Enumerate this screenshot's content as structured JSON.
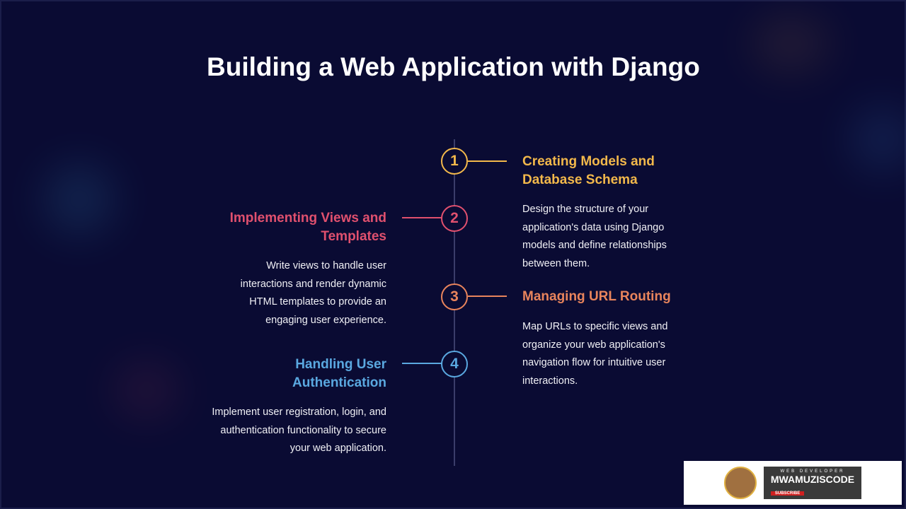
{
  "title": "Building a Web Application with Django",
  "steps": [
    {
      "number": "1",
      "title": "Creating Models and Database Schema",
      "description": "Design the structure of your application's data using Django models and define relationships between them.",
      "color": "#f2b84b"
    },
    {
      "number": "2",
      "title": "Implementing Views and Templates",
      "description": "Write views to handle user interactions and render dynamic HTML templates to provide an engaging user experience.",
      "color": "#e0506e"
    },
    {
      "number": "3",
      "title": "Managing URL Routing",
      "description": "Map URLs to specific views and organize your web application's navigation flow for intuitive user interactions.",
      "color": "#e8845c"
    },
    {
      "number": "4",
      "title": "Handling User Authentication",
      "description": "Implement user registration, login, and authentication functionality to secure your web application.",
      "color": "#5aa8e0"
    }
  ],
  "banner": {
    "name": "MWAMUZISCODE",
    "tagline": "WEB DEVELOPER",
    "subscribe": "SUBSCRIBE"
  }
}
